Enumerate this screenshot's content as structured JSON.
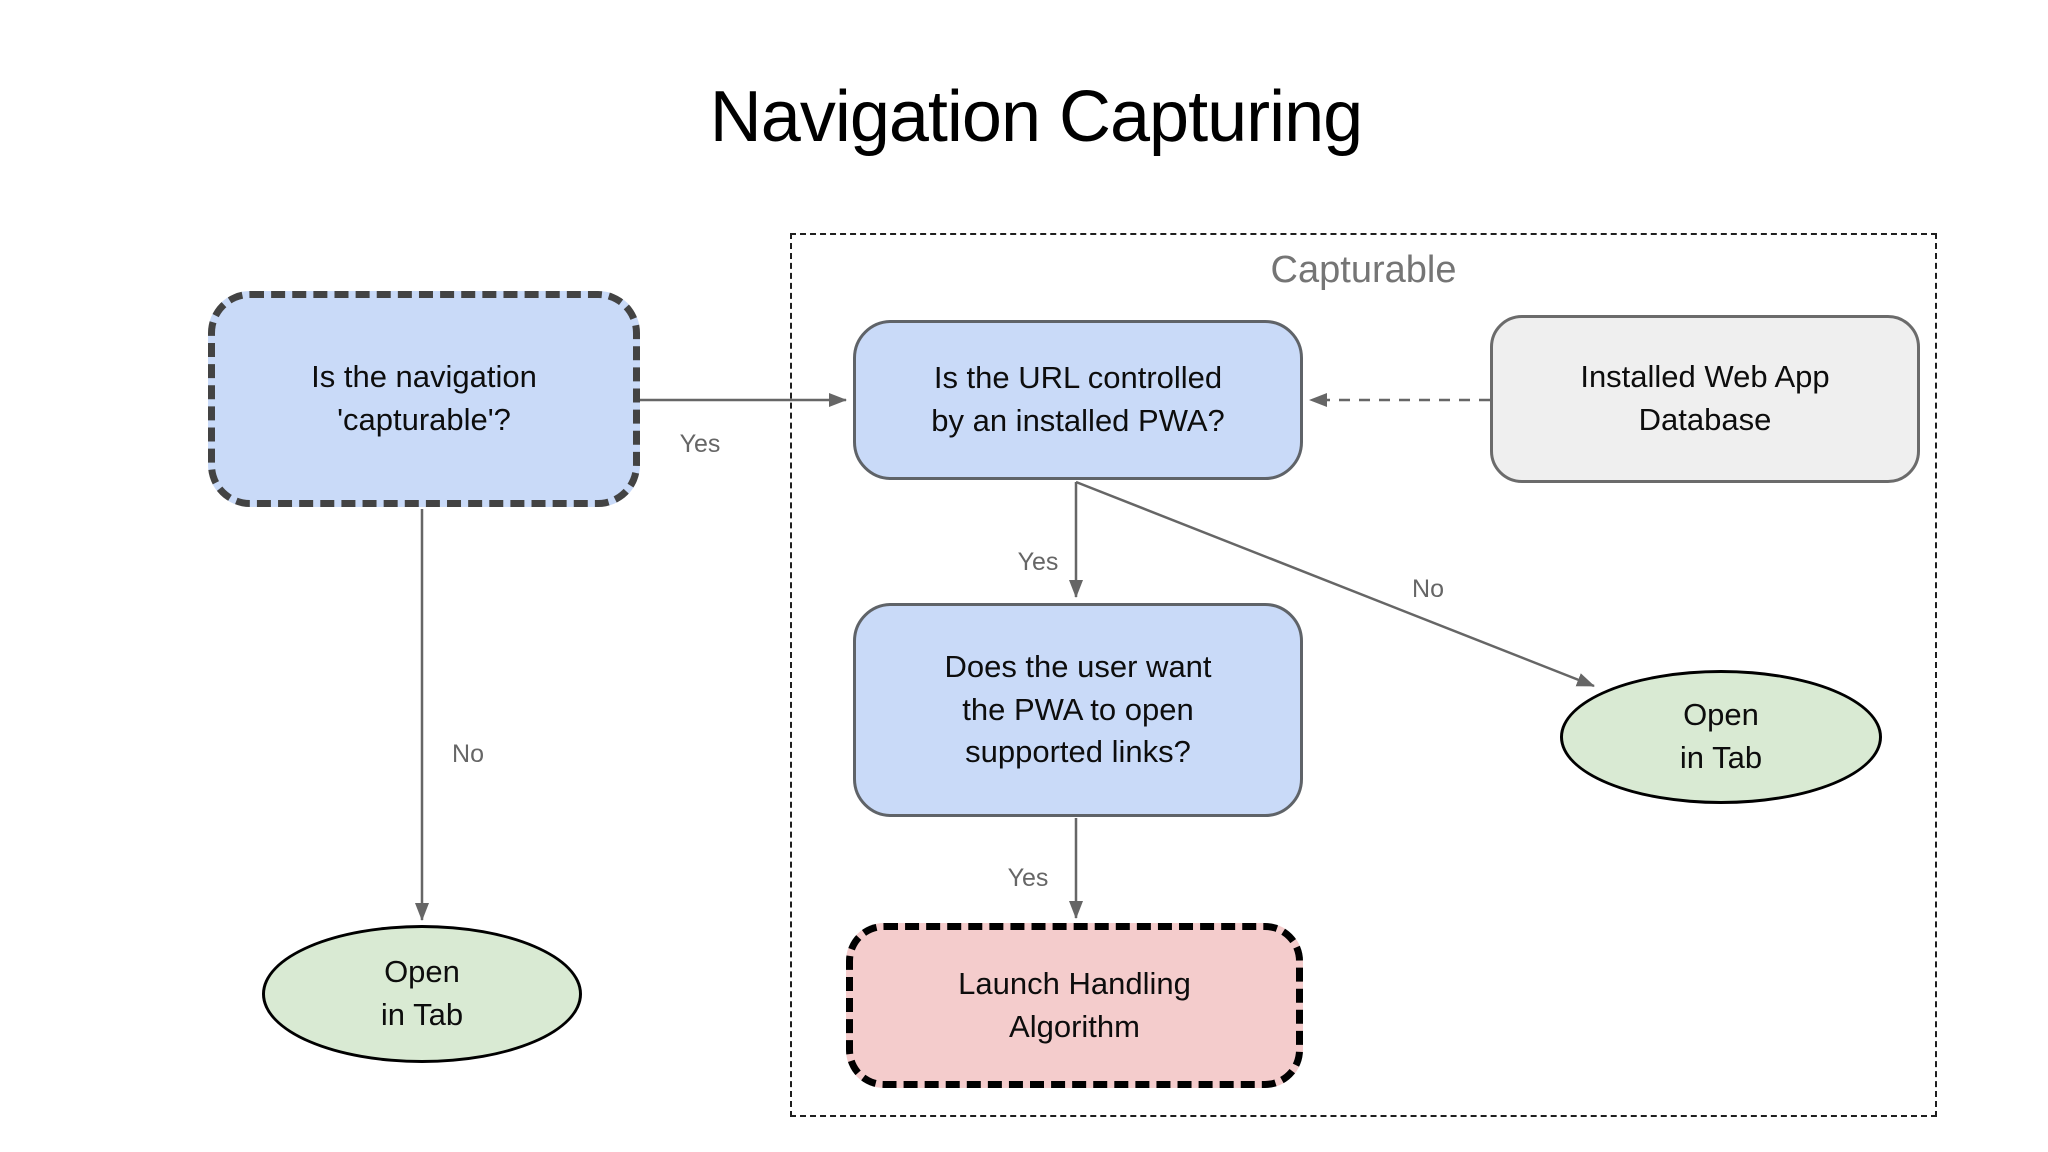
{
  "title": "Navigation Capturing",
  "group": {
    "label": "Capturable"
  },
  "nodes": {
    "is_capturable": {
      "label": "Is the navigation\n'capturable'?",
      "type": "decision",
      "fill": "#c9daf8",
      "border_style": "dashed"
    },
    "url_controlled": {
      "label": "Is the URL controlled\nby an installed PWA?",
      "type": "decision",
      "fill": "#c9daf8",
      "border_style": "solid"
    },
    "installed_db": {
      "label": "Installed Web App\nDatabase",
      "type": "data-store",
      "fill": "#efefef",
      "border_style": "solid"
    },
    "user_wants": {
      "label": "Does the user want\nthe PWA to open\nsupported links?",
      "type": "decision",
      "fill": "#c9daf8",
      "border_style": "solid"
    },
    "launch_handling": {
      "label": "Launch Handling\nAlgorithm",
      "type": "process",
      "fill": "#f4cccc",
      "border_style": "dashed"
    },
    "open_in_tab_left": {
      "label": "Open\nin Tab",
      "type": "terminal",
      "fill": "#d9ead3",
      "border_style": "solid"
    },
    "open_in_tab_right": {
      "label": "Open\nin Tab",
      "type": "terminal",
      "fill": "#d9ead3",
      "border_style": "solid"
    }
  },
  "edge_labels": {
    "capturable_yes": "Yes",
    "capturable_no": "No",
    "controlled_yes": "Yes",
    "controlled_no": "No",
    "user_wants_yes": "Yes"
  },
  "colors": {
    "node_blue": "#c9daf8",
    "node_green": "#d9ead3",
    "node_red": "#f4cccc",
    "node_gray": "#efefef",
    "arrow_gray": "#666666",
    "label_gray": "#757575",
    "dashed_border_dark": "#434343",
    "dashed_border_black": "#000000"
  }
}
